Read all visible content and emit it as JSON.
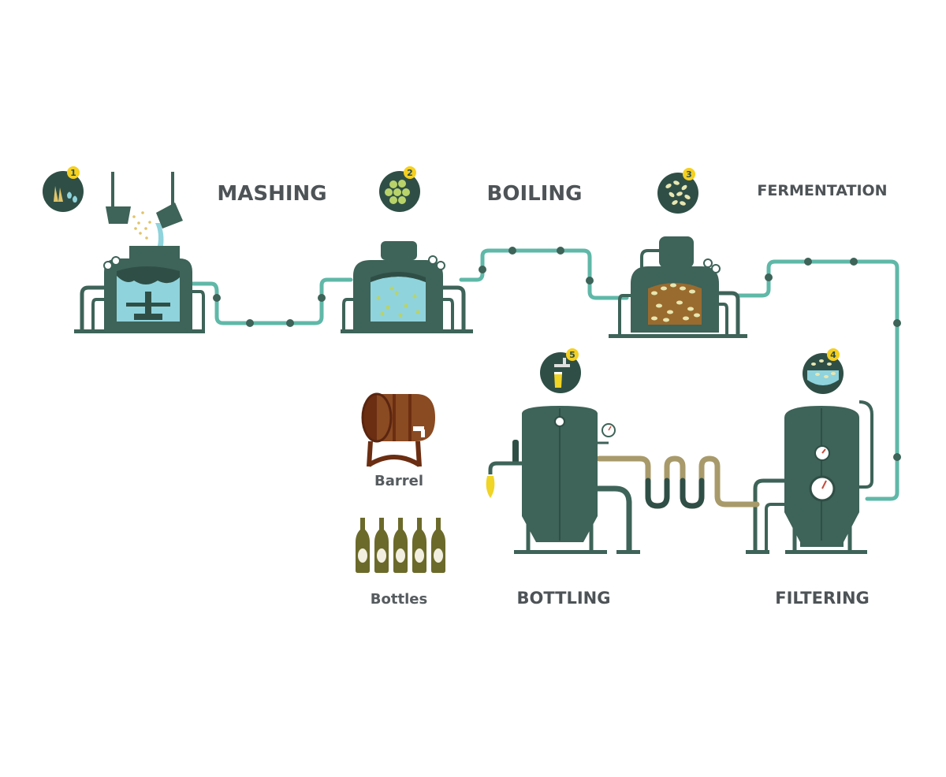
{
  "steps": {
    "mashing": {
      "title": "MASHING",
      "number": "1"
    },
    "boiling": {
      "title": "BOILING",
      "number": "2"
    },
    "fermentation": {
      "title": "FERMENTATION",
      "number": "3"
    },
    "filtering": {
      "title": "FILTERING",
      "number": "4"
    },
    "bottling": {
      "title": "BOTTLING",
      "number": "5"
    }
  },
  "products": {
    "barrel": "Barrel",
    "bottles": "Bottles"
  },
  "colors": {
    "tank": "#3e6358",
    "tank_dark": "#2f4f46",
    "pipe": "#5fb8a8",
    "pipe_joint": "#3e6358",
    "water": "#8fd3dc",
    "wort": "#9a6b2e",
    "hops": "#b9d36a",
    "badge": "#f5d021",
    "barrel_wood": "#8a4a22",
    "bottle": "#6b6a2a",
    "beer": "#f0d426",
    "coil": "#a89a6a"
  }
}
